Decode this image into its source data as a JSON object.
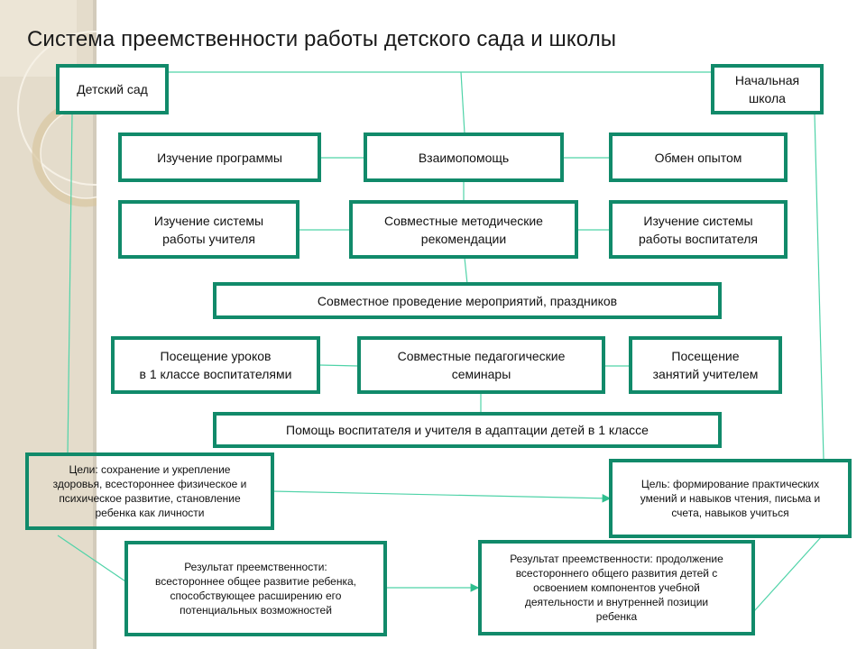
{
  "title": "Система преемственности  работы детского сада и школы",
  "colors": {
    "box_border": "#118a6a",
    "connector": "#4fd3a8",
    "sidebar": "#e4dccb"
  },
  "nodes": {
    "kindergarten": "Детский сад",
    "primary_school": "Начальная\nшкола",
    "study_program": "Изучение программы",
    "mutual_help": "Взаимопомощь",
    "experience_exchange": "Обмен опытом",
    "study_teacher_system": "Изучение системы\nработы учителя",
    "joint_method_recs": "Совместные методические\nрекомендации",
    "study_educator_system": "Изучение системы\nработы воспитателя",
    "joint_events": "Совместное проведение мероприятий, праздников",
    "lesson_visits": "Посещение уроков\nв 1 классе воспитателями",
    "joint_seminars": "Совместные педагогические\nсеминары",
    "class_visits": "Посещение\nзанятий учителем",
    "adaptation_help": "Помощь воспитателя и учителя в адаптации детей в 1 классе",
    "kindergarten_goals": "Цели: сохранение и укрепление\nздоровья, всестороннее физическое и\nпсихическое развитие, становление\nребенка как личности",
    "school_goal": "Цель: формирование практических\nумений и навыков чтения, письма и\nсчета, навыков учиться",
    "kindergarten_result": "Результат преемственности:\nвсестороннее общее развитие ребенка,\nспособствующее расширению его\nпотенциальных возможностей",
    "school_result": "Результат преемственности: продолжение\nвсестороннего общего развития детей с\nосвоением компонентов учебной\nдеятельности и внутренней позиции\nребенка"
  }
}
